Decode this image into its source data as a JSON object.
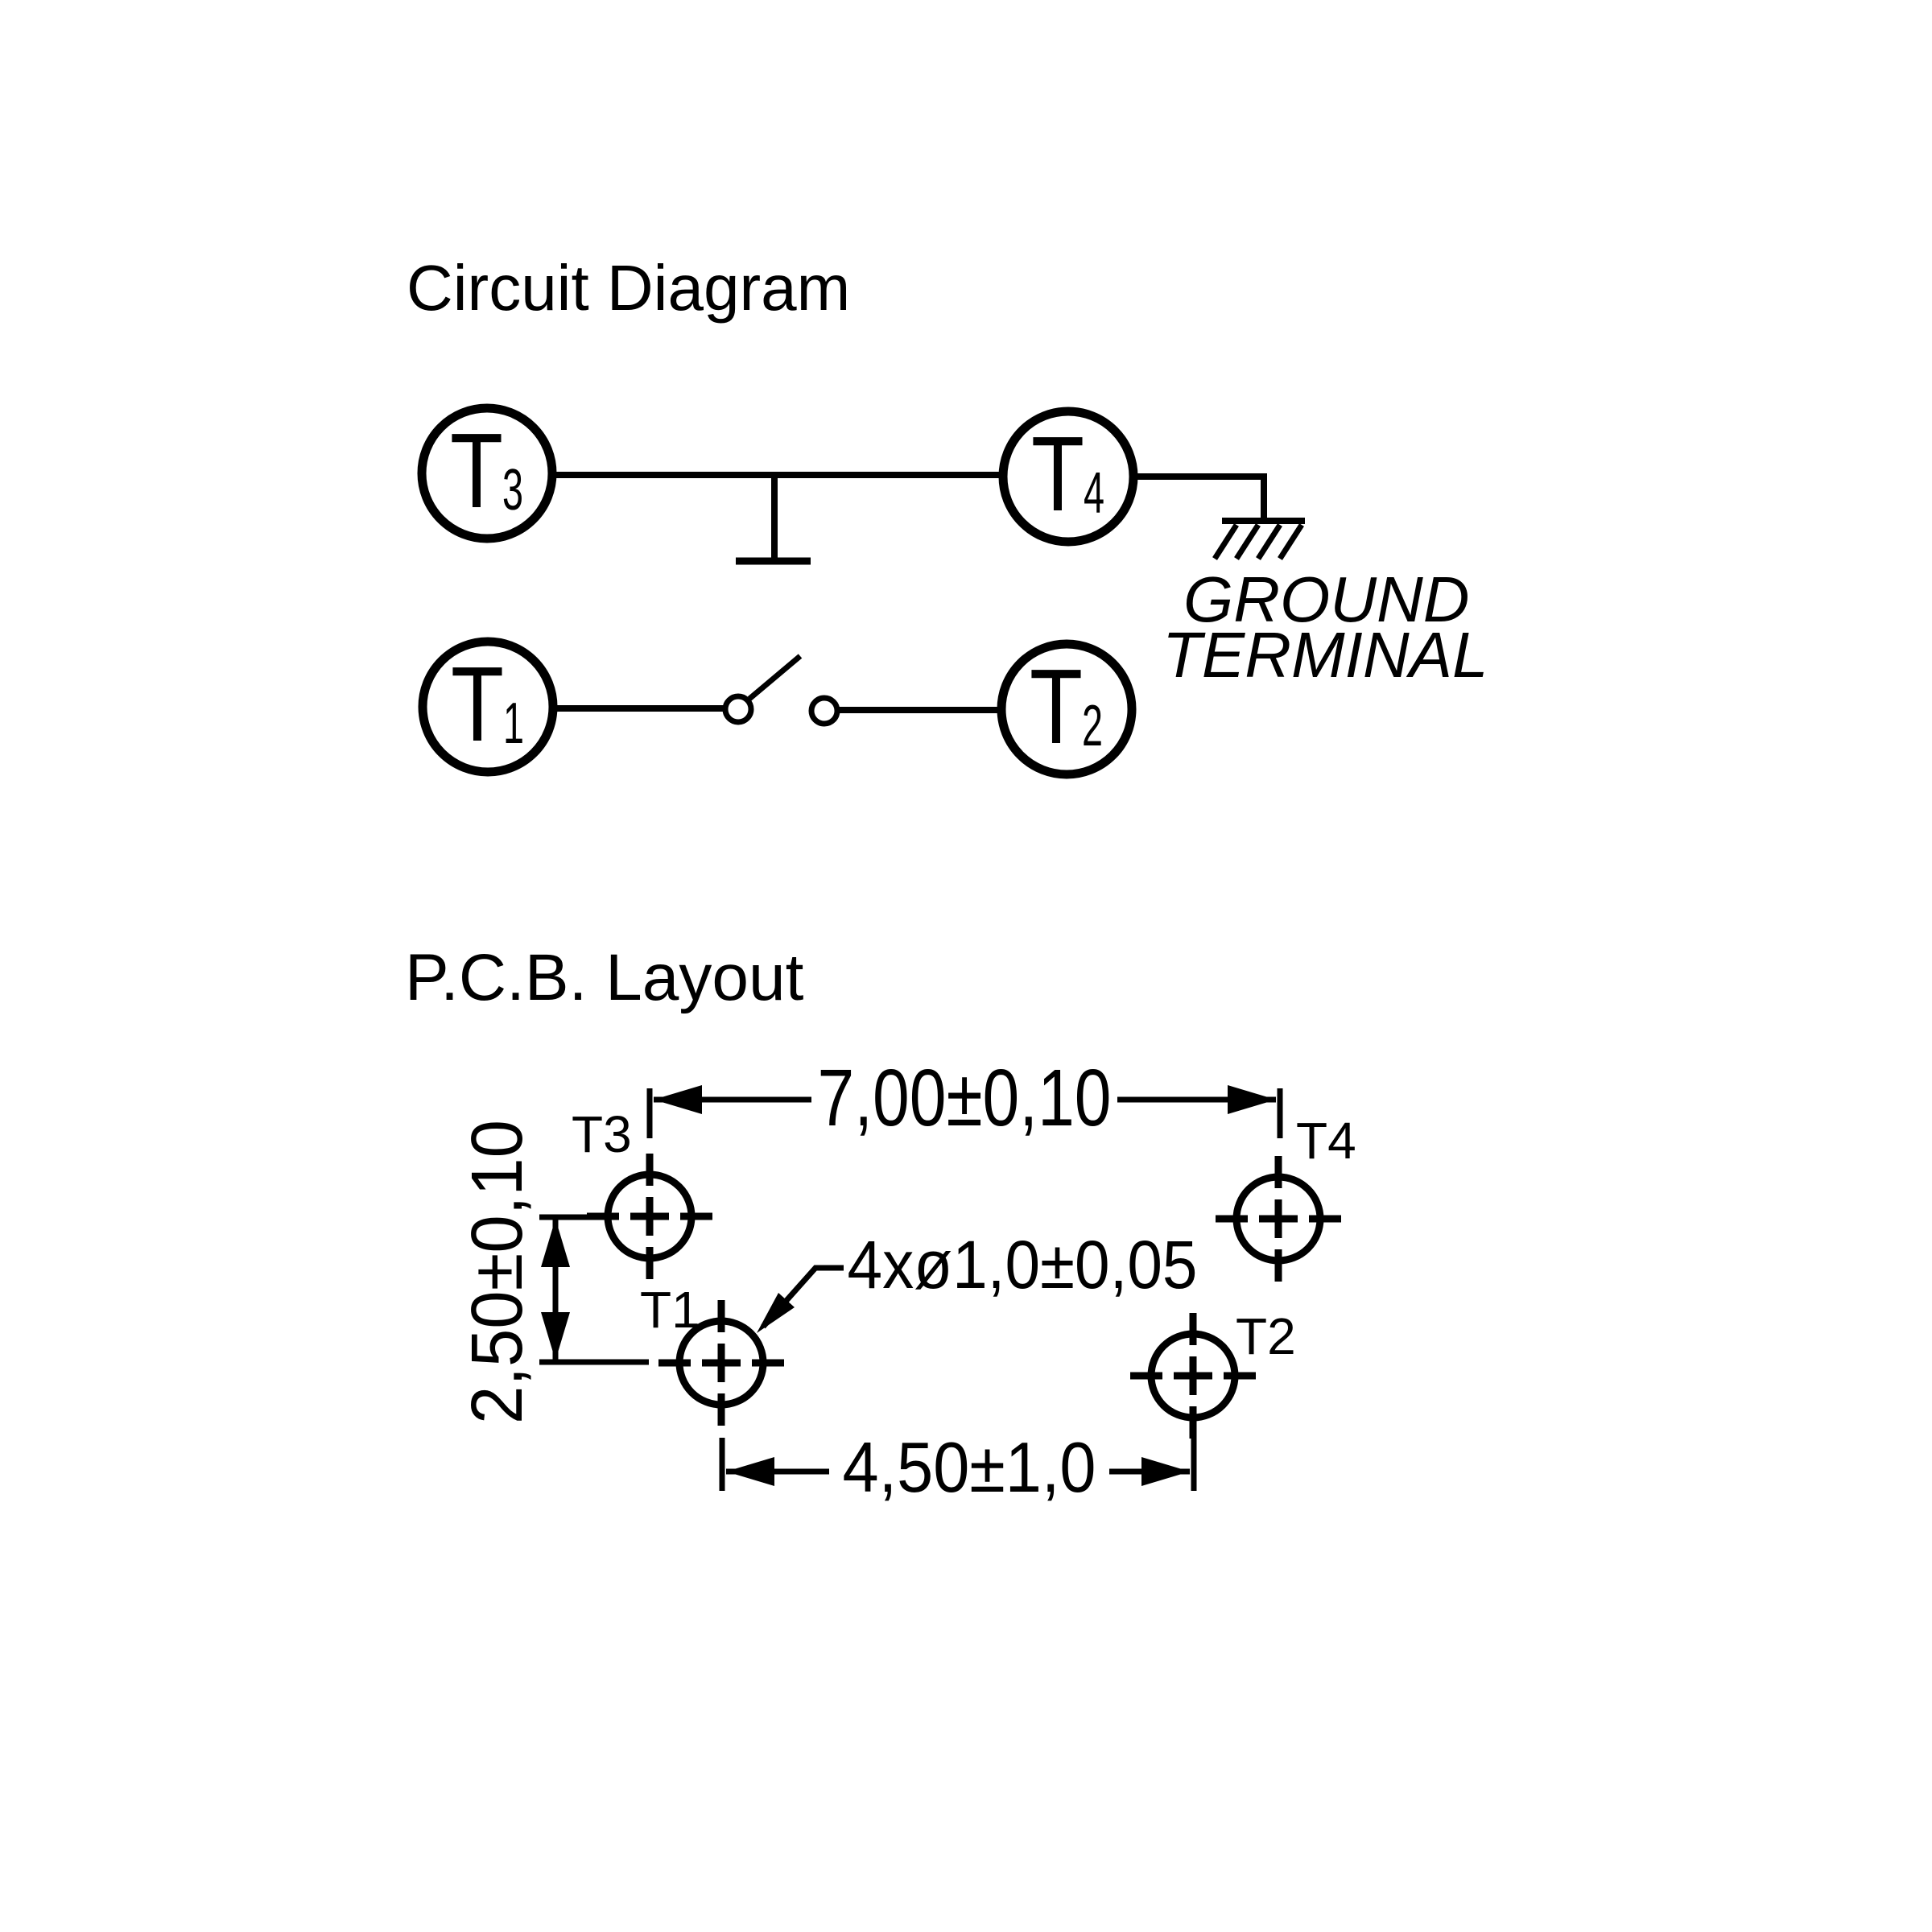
{
  "colors": {
    "ink": "#000000",
    "paper": "#ffffff"
  },
  "titles": {
    "circuit": "Circuit Diagram",
    "pcb": "P.C.B. Layout"
  },
  "circuit": {
    "terminals": [
      {
        "name": "T3",
        "label": "T",
        "sub": "3"
      },
      {
        "name": "T4",
        "label": "T",
        "sub": "4"
      },
      {
        "name": "T1",
        "label": "T",
        "sub": "1"
      },
      {
        "name": "T2",
        "label": "T",
        "sub": "2"
      }
    ],
    "ground": {
      "line1": "GROUND",
      "line2": "TERMINAL"
    }
  },
  "pcb": {
    "hole_labels": {
      "t3": "T3",
      "t4": "T4",
      "t1": "T1",
      "t2": "T2"
    },
    "dimensions": {
      "top": "7,00±0,10",
      "left": "2,50±0,10",
      "bottom": "4,50±1,0",
      "hole_callout": "4xø1,0±0,05"
    }
  }
}
